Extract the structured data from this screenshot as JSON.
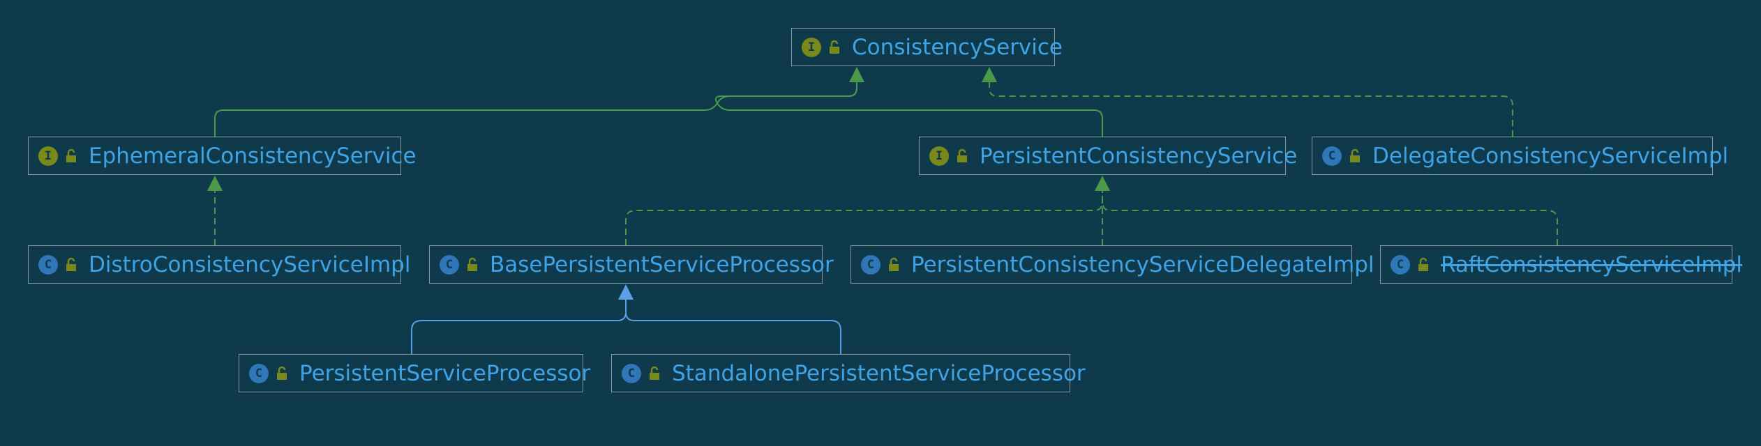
{
  "diagram": {
    "nodes": {
      "consistency_service": {
        "kind": "interface",
        "badge": "I",
        "label": "ConsistencyService"
      },
      "ephemeral": {
        "kind": "interface",
        "badge": "I",
        "label": "EphemeralConsistencyService"
      },
      "persistent": {
        "kind": "interface",
        "badge": "I",
        "label": "PersistentConsistencyService"
      },
      "delegate_impl": {
        "kind": "class",
        "badge": "C",
        "label": "DelegateConsistencyServiceImpl"
      },
      "distro_impl": {
        "kind": "class",
        "badge": "C",
        "label": "DistroConsistencyServiceImpl"
      },
      "base_processor": {
        "kind": "class",
        "badge": "C",
        "label": "BasePersistentServiceProcessor"
      },
      "persistent_delegate_impl": {
        "kind": "class",
        "badge": "C",
        "label": "PersistentConsistencyServiceDelegateImpl"
      },
      "raft_impl": {
        "kind": "class",
        "badge": "C",
        "label": "RaftConsistencyServiceImpl",
        "deprecated": true
      },
      "persistent_processor": {
        "kind": "class",
        "badge": "C",
        "label": "PersistentServiceProcessor"
      },
      "standalone_processor": {
        "kind": "class",
        "badge": "C",
        "label": "StandalonePersistentServiceProcessor"
      }
    },
    "colors": {
      "background": "#0e3a4b",
      "node_text": "#3fa3e6",
      "node_border": "#8a9aa0",
      "interface_badge": "#7a8a1a",
      "class_badge": "#2f77b8",
      "interface_extends_edge": "#4a9a4a",
      "implements_edge": "#4a9a4a",
      "class_extends_edge": "#5aa0e8",
      "lock_icon": "#7a8a1a"
    }
  }
}
